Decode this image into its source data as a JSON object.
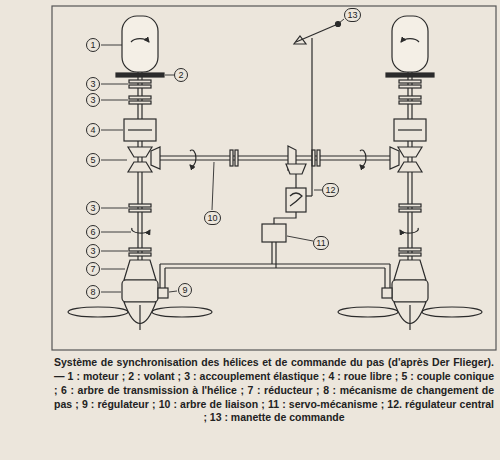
{
  "diagram": {
    "caption": "Système de synchronisation des hélices et de commande du pas (d'après Der Flieger). — 1 : moteur ; 2 : volant ; 3 : accouplement élastique ; 4 : roue libre ; 5 : couple conique ; 6 : arbre de transmission à l'hélice ; 7 : réducteur ; 8 : mécanisme de changement de pas ; 9 : régulateur ; 10 : arbre de liaison ; 11 : servo-mécanisme ; 12. régulateur central ; 13 : manette de commande",
    "labels": [
      "1",
      "2",
      "3",
      "3",
      "4",
      "5",
      "3",
      "6",
      "3",
      "7",
      "8",
      "9",
      "10",
      "11",
      "12",
      "13"
    ]
  }
}
